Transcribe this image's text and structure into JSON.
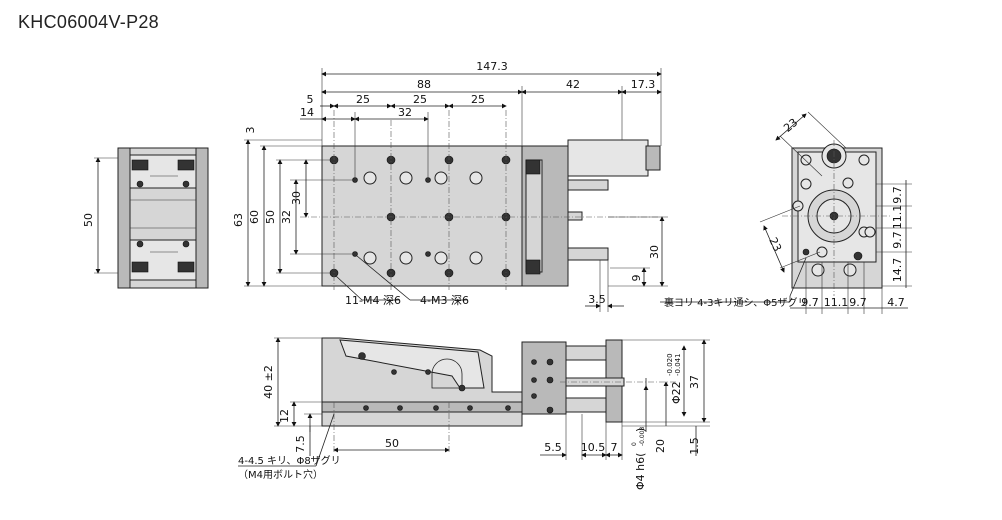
{
  "title": "KHC06004V-P28",
  "top_view": {
    "dims_horizontal": [
      "147.3",
      "88",
      "42",
      "17.3",
      "5",
      "25",
      "25",
      "25",
      "14",
      "32",
      "3.5"
    ],
    "dims_vertical": [
      "3",
      "63",
      "60",
      "50",
      "32",
      "30",
      "30",
      "9"
    ],
    "callouts": [
      "11-M4 深6",
      "4-M3 深6"
    ]
  },
  "left_view": {
    "dims": [
      "50"
    ]
  },
  "right_view": {
    "dims": [
      "23",
      "23",
      "9.7",
      "11.1",
      "9.7",
      "14.7",
      "9.7",
      "11.1",
      "9.7",
      "4.7"
    ],
    "callout": "裏ヨリ 4-3キリ通シ、Φ5ザグリ"
  },
  "front_view": {
    "dims": [
      "40 ±2",
      "12",
      "7.5",
      "50",
      "5.5",
      "10.5",
      "7",
      "20",
      "1.5",
      "37"
    ],
    "dia_main": "Φ22",
    "dia_main_tol_upper": "-0.020",
    "dia_main_tol_lower": "-0.041",
    "dia_shaft": "Φ4 h6(",
    "dia_shaft_tol_upper": "0",
    "dia_shaft_tol_lower": "-0.008",
    "dia_shaft_close": ")",
    "callout_line1": "4-4.5 キリ、Φ8ザグリ",
    "callout_line2": "（M4用ボルト穴）"
  },
  "colors": {
    "body": "#d6d6d6",
    "body_dark": "#b9b9b9",
    "line": "#222222"
  }
}
